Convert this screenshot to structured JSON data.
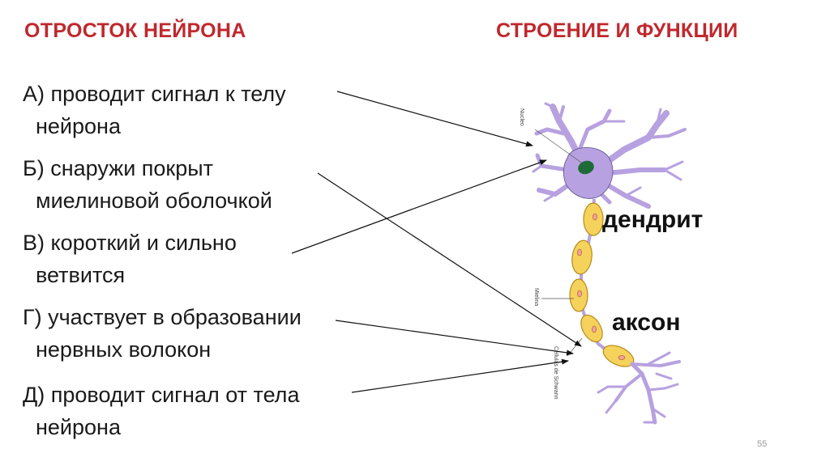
{
  "slide": {
    "title_left": "ОТРОСТОК НЕЙРОНА",
    "title_right": "СТРОЕНИЕ И ФУНКЦИИ",
    "statements": [
      {
        "line1": "А) проводит сигнал к телу",
        "line2": "нейрона"
      },
      {
        "line1": "Б) снаружи покрыт",
        "line2": "миелиновой оболочкой"
      },
      {
        "line1": "В) короткий и сильно",
        "line2": "ветвится"
      },
      {
        "line1": "Г) участвует в образовании",
        "line2": "нервных волокон"
      },
      {
        "line1": "Д) проводит сигнал от тела",
        "line2": "нейрона"
      }
    ],
    "label_dendrite": "дендрит",
    "label_axon": "аксон",
    "tiny_labels": {
      "nucleus": "Nucleo",
      "myelin": "Mielina",
      "schwann": "Cellulas de Schwann"
    },
    "page_number": "55"
  },
  "colors": {
    "title": "#c0282d",
    "neuron_body": "#b7a1e0",
    "neuron_outline": "#5d4e87",
    "nucleus": "#1f6b37",
    "myelin_fill": "#f5d25c",
    "myelin_outline": "#b88a17",
    "schwann_nucleus": "#f0a49b"
  }
}
